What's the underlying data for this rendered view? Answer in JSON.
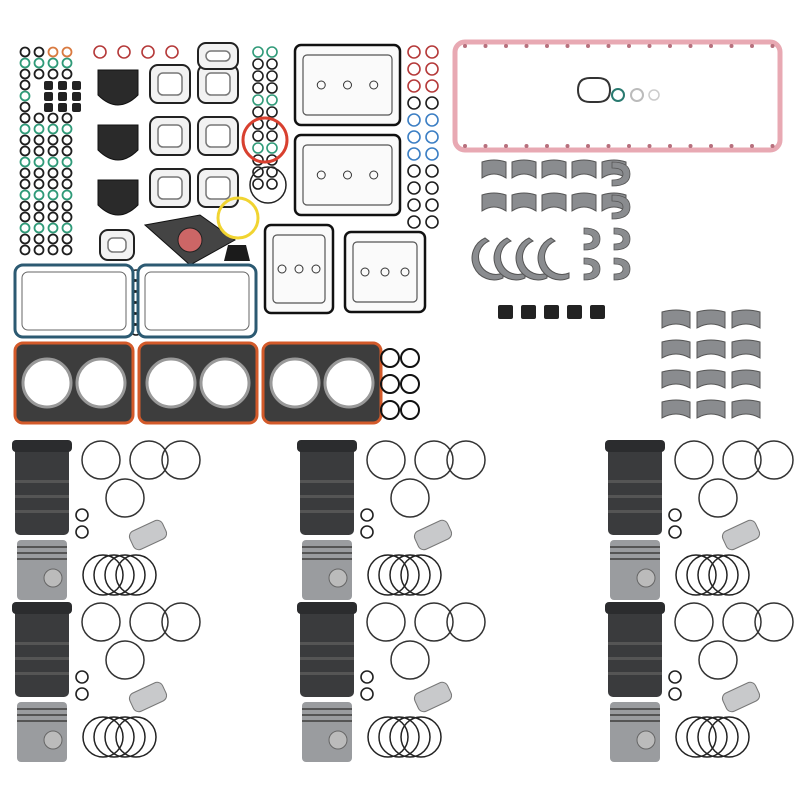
{
  "colors": {
    "background": "#ffffff",
    "liner": "#3a3b3d",
    "piston": "#9a9c9f",
    "gasket_outline": "#222222",
    "oring_dark": "#1e1e1e",
    "oring_green": "#2f9a78",
    "oring_orange": "#d97a40",
    "oring_red": "#b53a3a",
    "oring_blue": "#3c7fc4",
    "seal_red": "#d8402f",
    "seal_yellow": "#f1d431",
    "oil_pan_gasket": "#e8a9b3",
    "bearing": "#8a8c8f",
    "head_gasket_trim": "#d35a2a"
  },
  "components": [
    "cylinder-liner",
    "piston",
    "piston-pin",
    "piston-rings",
    "snap-rings",
    "head-gasket",
    "oil-pan-gasket",
    "rocker-cover-gasket",
    "main-bearings",
    "rod-bearings",
    "thrust-washers",
    "o-rings"
  ]
}
